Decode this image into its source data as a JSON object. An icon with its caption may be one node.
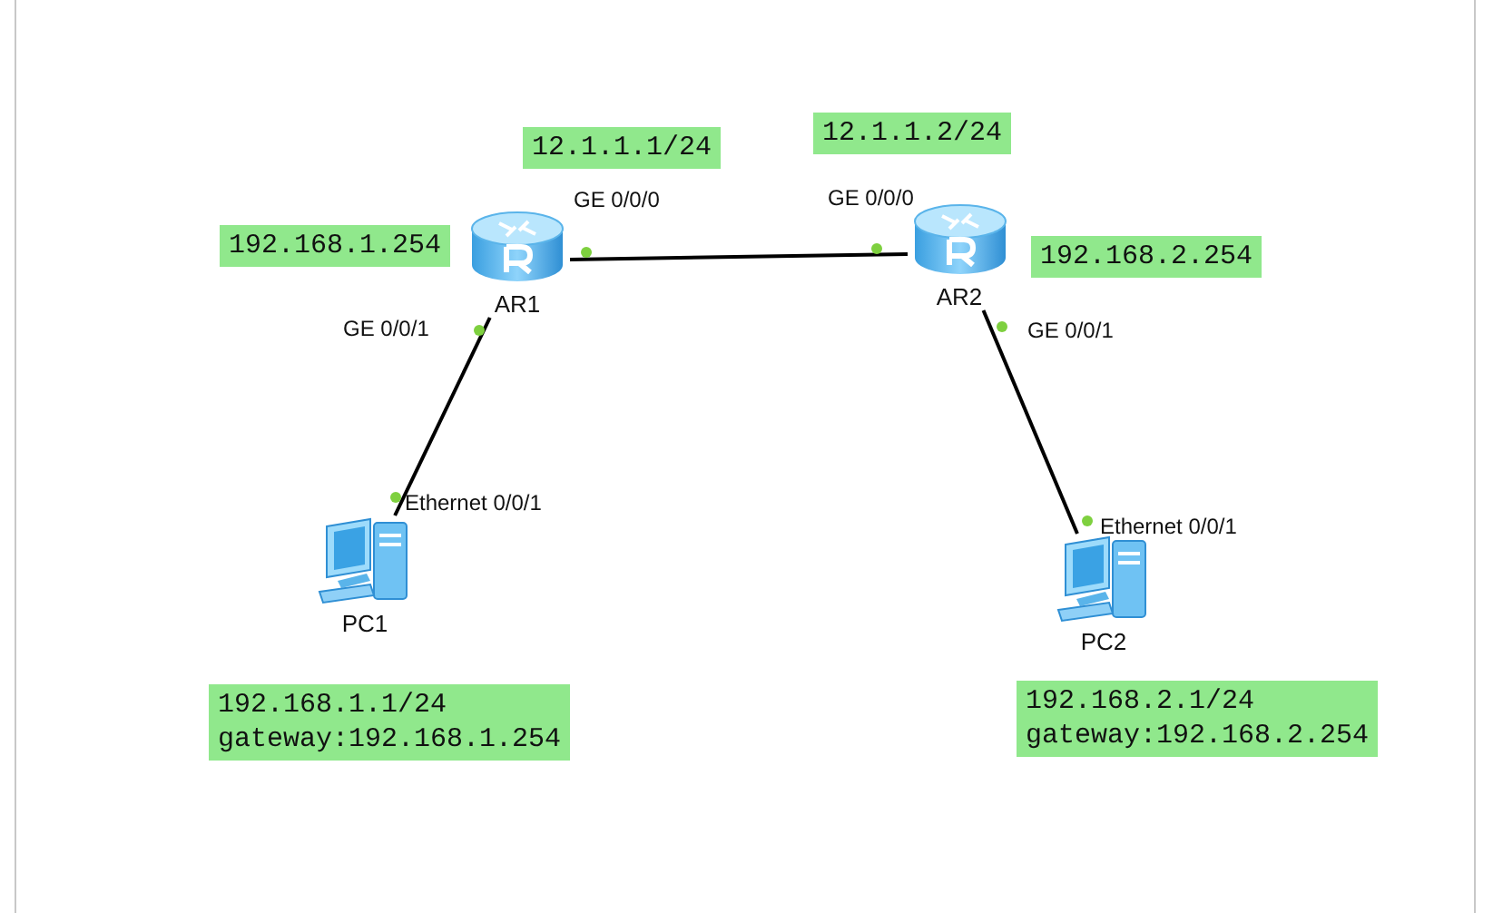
{
  "diagram": {
    "nodes": [
      {
        "text": [
          "12.1.1.1/24"
        ]
      },
      {
        "text": [
          "12.1.1.2/24"
        ]
      },
      {
        "text": [
          "192.168.1.254"
        ]
      },
      {
        "text": [
          "AR1"
        ]
      },
      {
        "text": [
          "AR2"
        ]
      },
      {
        "text": [
          "192.168.2.254"
        ]
      },
      {
        "text": [
          "PC1"
        ]
      },
      {
        "text": [
          "PC2"
        ]
      },
      {
        "text": [
          "192.168.1.1/24",
          "gateway:192.168.1.254"
        ]
      },
      {
        "text": [
          "192.168.2.1/24",
          "gateway:192.168.2.254"
        ]
      }
    ],
    "edges": [
      {
        "from": 3,
        "to": 4,
        "arrow": "none"
      },
      {
        "from": 3,
        "to": 6,
        "arrow": "none"
      },
      {
        "from": 4,
        "to": 7,
        "arrow": "none"
      }
    ],
    "labels": [
      "GE 0/0/0",
      "GE 0/0/0",
      "GE 0/0/1",
      "GE 0/0/1",
      "Ethernet 0/0/1",
      "Ethernet 0/0/1"
    ]
  }
}
